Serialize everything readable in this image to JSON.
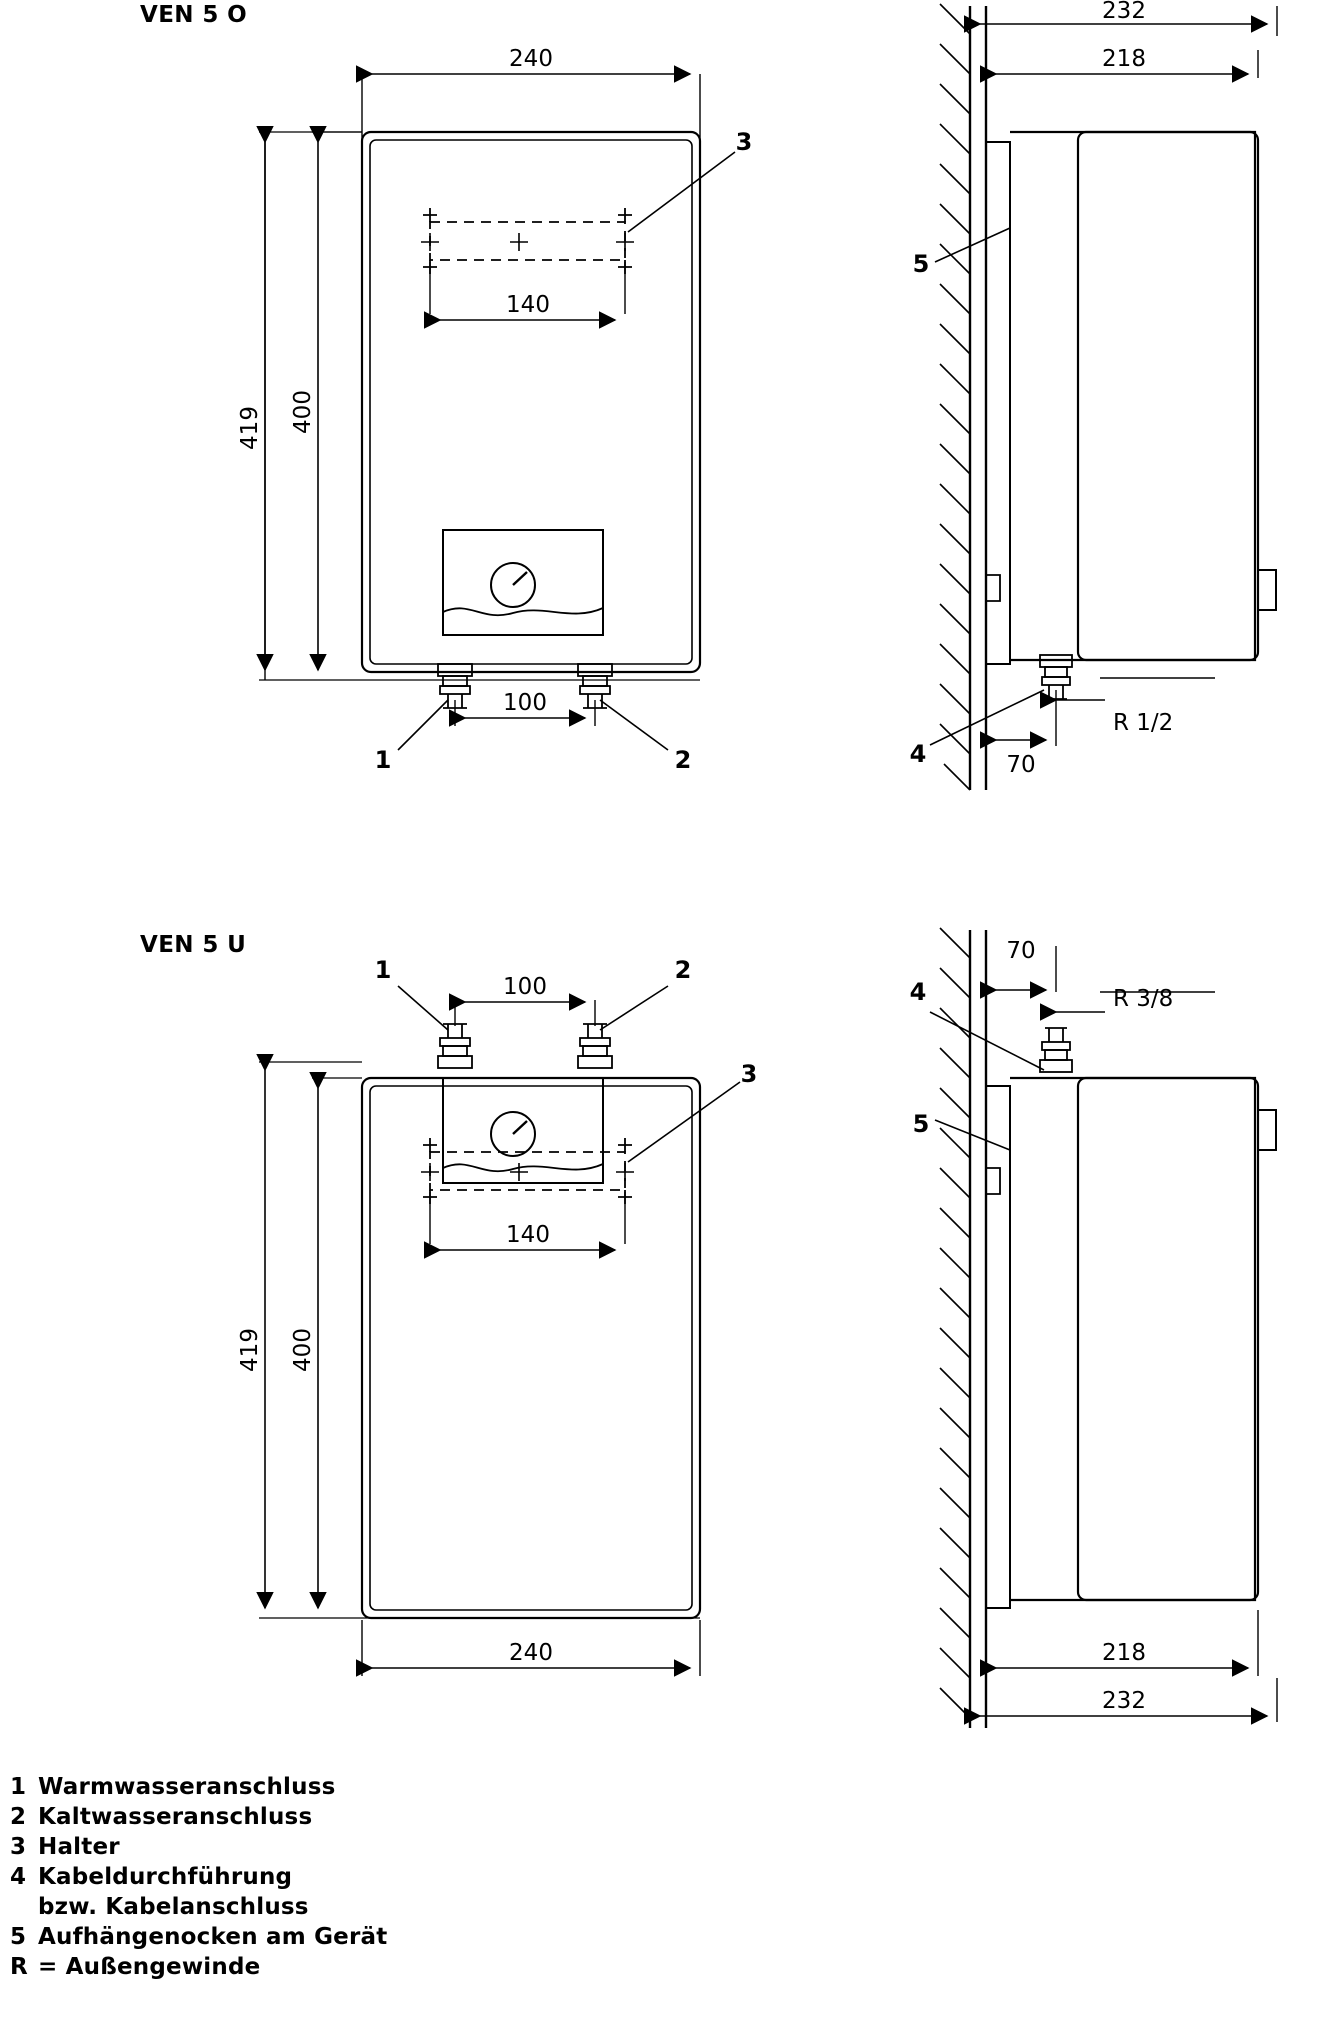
{
  "diagram": {
    "titles": {
      "top": "VEN 5 O",
      "bottom": "VEN 5 U"
    },
    "views": {
      "top_front": {
        "name": "VEN 5 O front view",
        "dimensions": {
          "width_outer": "240",
          "height_total": "419",
          "height_body": "400",
          "bracket_width": "140",
          "connection_spacing": "100"
        },
        "callouts": [
          "1",
          "2",
          "3"
        ]
      },
      "top_side": {
        "name": "VEN 5 O side view",
        "dimensions": {
          "depth_total": "232",
          "depth_body": "218",
          "wall_offset": "70",
          "thread": "R 1/2"
        },
        "callouts": [
          "4",
          "5"
        ]
      },
      "bottom_front": {
        "name": "VEN 5 U front view",
        "dimensions": {
          "width_outer": "240",
          "height_total": "419",
          "height_body": "400",
          "bracket_width": "140",
          "connection_spacing": "100"
        },
        "callouts": [
          "1",
          "2",
          "3"
        ]
      },
      "bottom_side": {
        "name": "VEN 5 U side view",
        "dimensions": {
          "depth_total": "232",
          "depth_body": "218",
          "wall_offset": "70",
          "thread": "R 3/8"
        },
        "callouts": [
          "4",
          "5"
        ]
      }
    },
    "legend": [
      {
        "key": "1",
        "text": "Warmwasseranschluss"
      },
      {
        "key": "2",
        "text": "Kaltwasseranschluss"
      },
      {
        "key": "3",
        "text": "Halter"
      },
      {
        "key": "4",
        "text": "Kabeldurchführung",
        "cont": "bzw. Kabelanschluss"
      },
      {
        "key": "5",
        "text": "Aufhängenocken am Gerät"
      },
      {
        "key": "R",
        "text": "= Außengewinde"
      }
    ]
  }
}
